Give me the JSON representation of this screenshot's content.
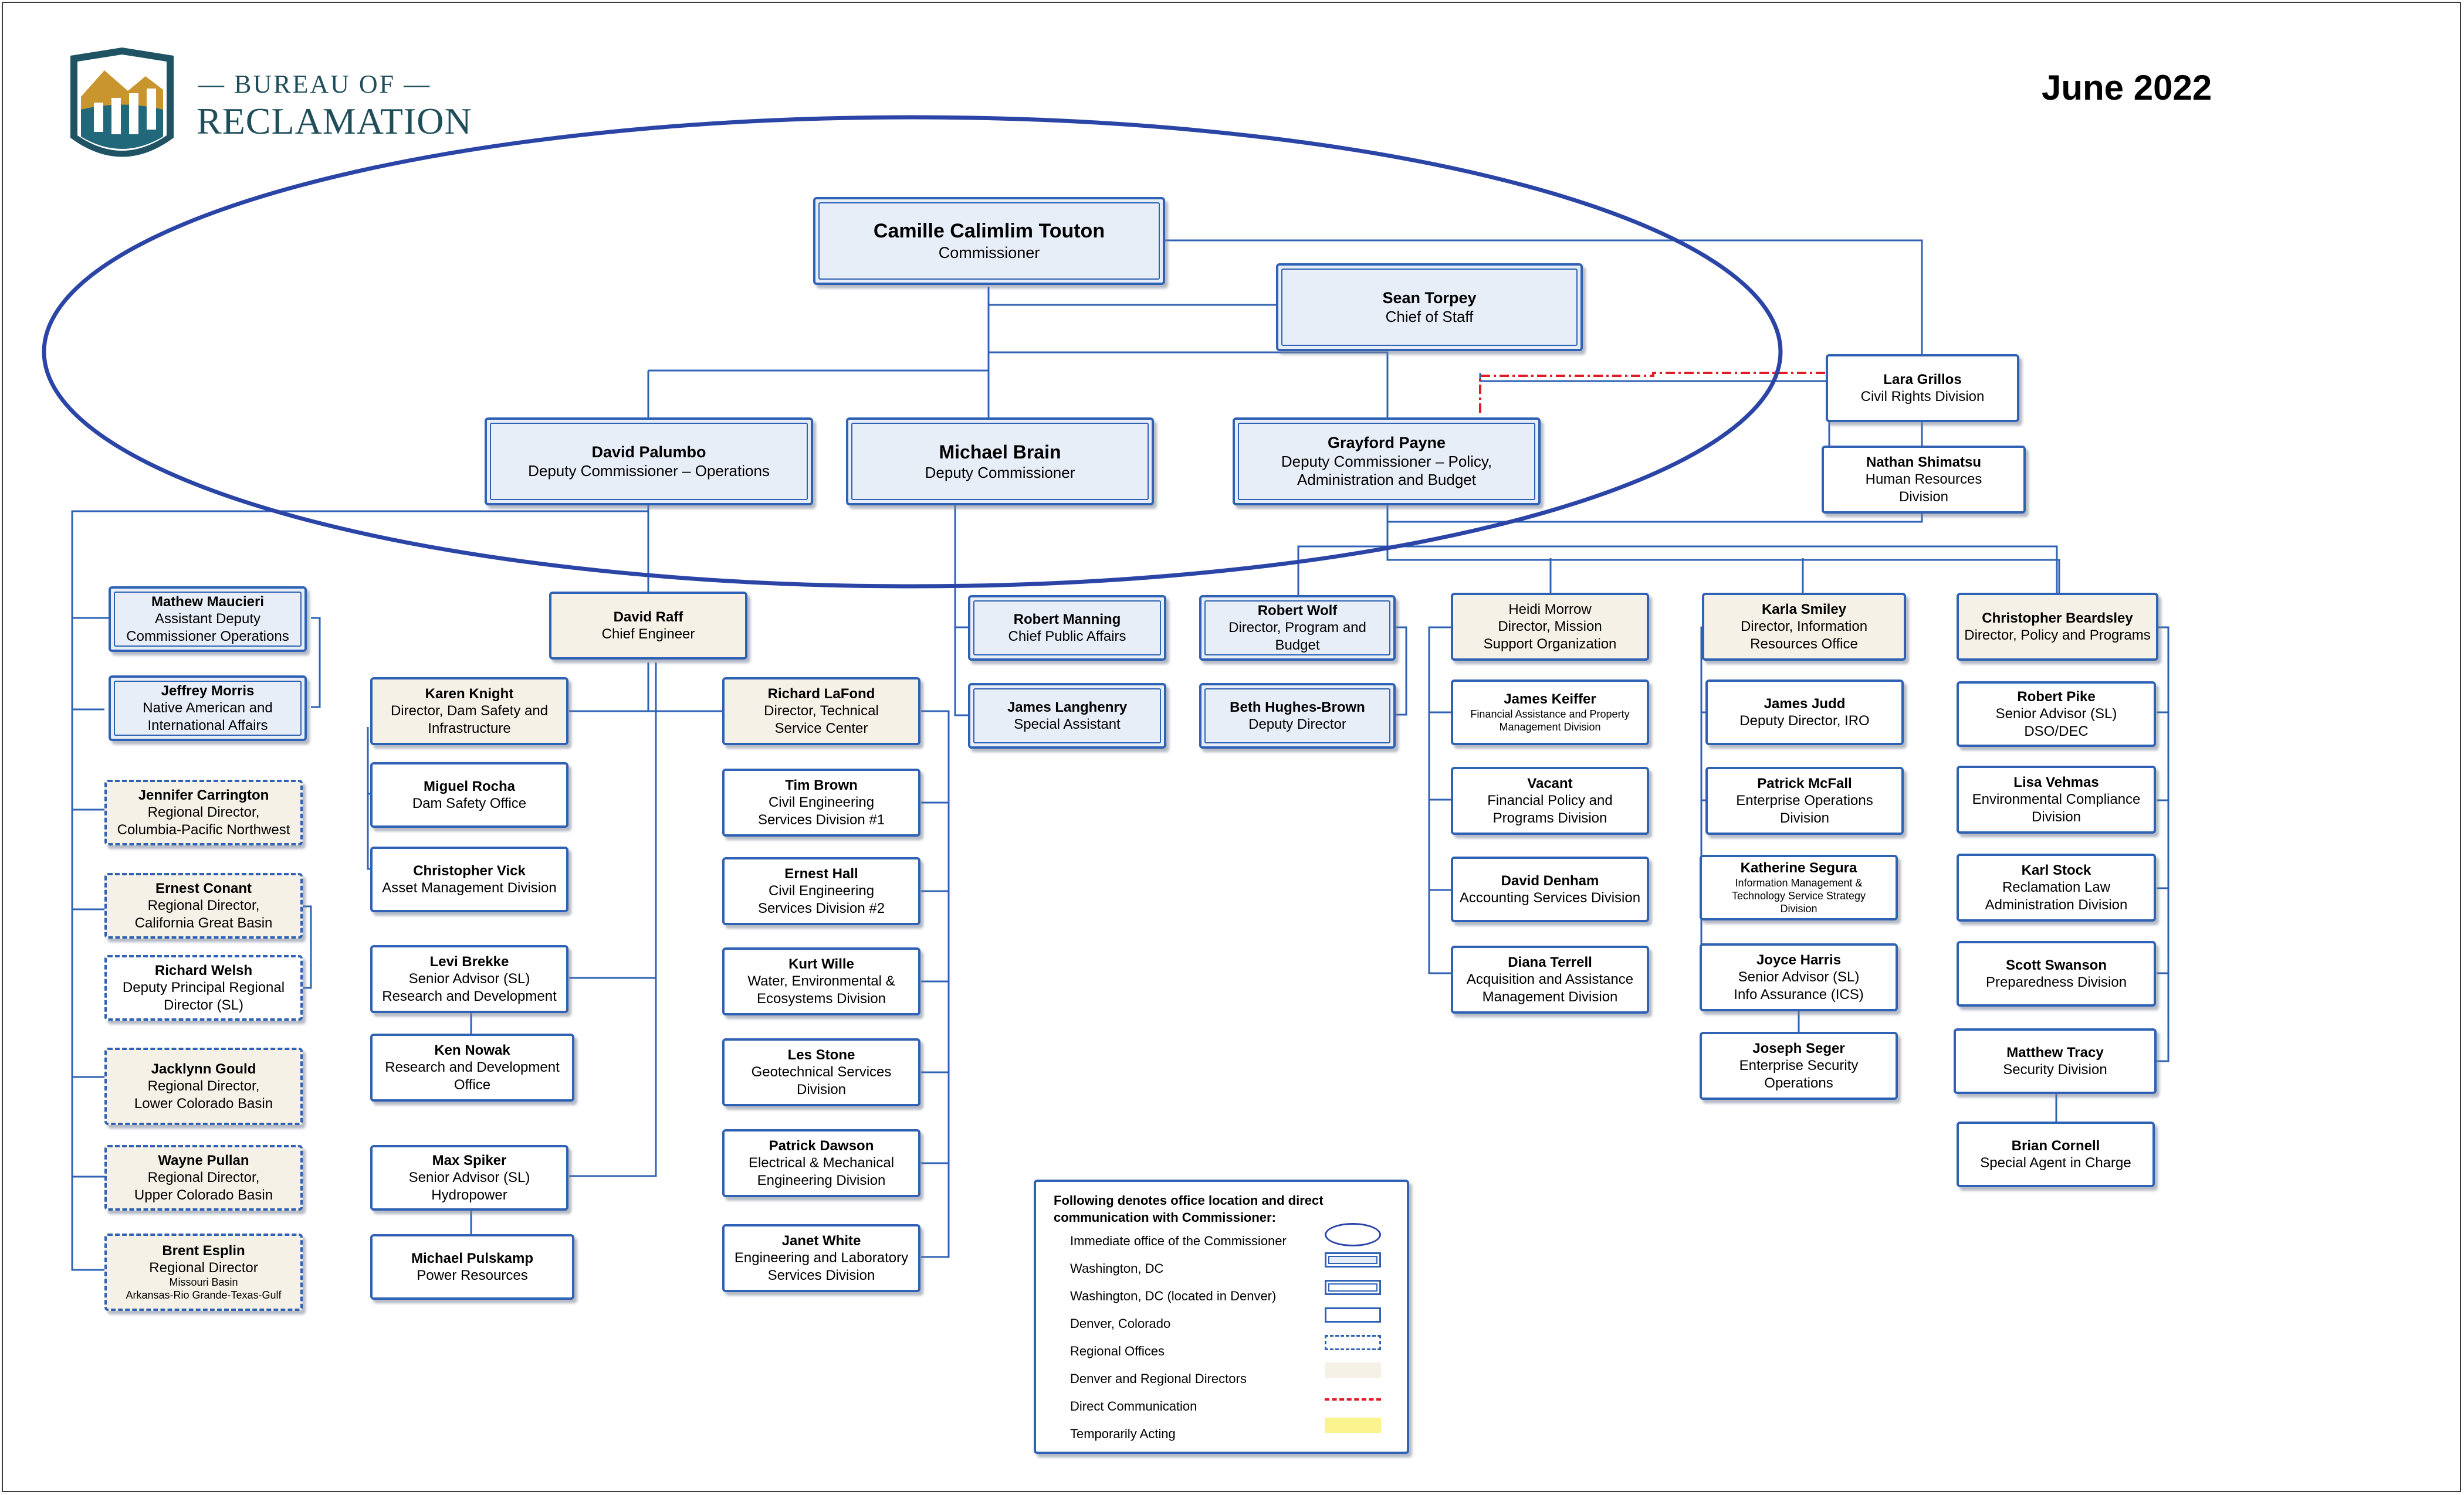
{
  "header": {
    "org_line1": "— BUREAU OF —",
    "org_line2": "RECLAMATION",
    "date": "June 2022"
  },
  "colors": {
    "line": "#2f62b4",
    "dc_fill": "#e7eef8",
    "regional_fill": "#f5f1e6",
    "direct_comm": "#e01b24",
    "acting": "#fbf48e"
  },
  "people": {
    "commissioner": {
      "name": "Camille Calimlim Touton",
      "title": "Commissioner"
    },
    "chief_of_staff": {
      "name": "Sean Torpey",
      "title": "Chief of Staff"
    },
    "dep_ops": {
      "name": "David Palumbo",
      "title": "Deputy Commissioner – Operations"
    },
    "dep": {
      "name": "Michael Brain",
      "title": "Deputy Commissioner"
    },
    "dep_pab": {
      "name": "Grayford Payne",
      "title1": "Deputy Commissioner – Policy,",
      "title2": "Administration and Budget"
    },
    "civil_rights": {
      "name": "Lara Grillos",
      "title": "Civil Rights Division"
    },
    "hr": {
      "name": "Nathan Shimatsu",
      "title1": "Human Resources",
      "title2": "Division"
    },
    "maucieri": {
      "name": "Mathew Maucieri",
      "title1": "Assistant Deputy",
      "title2": "Commissioner Operations"
    },
    "morris": {
      "name": "Jeffrey Morris",
      "title1": "Native American and",
      "title2": "International Affairs"
    },
    "carrington": {
      "name": "Jennifer Carrington",
      "title1": "Regional Director,",
      "title2": "Columbia-Pacific Northwest"
    },
    "conant": {
      "name": "Ernest Conant",
      "title1": "Regional Director,",
      "title2": "California Great Basin"
    },
    "welsh": {
      "name": "Richard Welsh",
      "title1": "Deputy Principal Regional",
      "title2": "Director (SL)"
    },
    "gould": {
      "name": "Jacklynn Gould",
      "title1": "Regional Director,",
      "title2": "Lower Colorado Basin"
    },
    "pullan": {
      "name": "Wayne Pullan",
      "title1": "Regional Director,",
      "title2": "Upper Colorado Basin"
    },
    "esplin": {
      "name": "Brent Esplin",
      "title1": "Regional Director",
      "title2": "Missouri Basin",
      "title3": "Arkansas-Rio Grande-Texas-Gulf"
    },
    "raff": {
      "name": "David Raff",
      "title": "Chief Engineer"
    },
    "knight": {
      "name": "Karen Knight",
      "title1": "Director, Dam Safety and",
      "title2": "Infrastructure"
    },
    "rocha": {
      "name": "Miguel Rocha",
      "title": "Dam Safety Office"
    },
    "vick": {
      "name": "Christopher Vick",
      "title": "Asset Management Division"
    },
    "brekke": {
      "name": "Levi Brekke",
      "title1": "Senior Advisor (SL)",
      "title2": "Research and Development"
    },
    "nowak": {
      "name": "Ken Nowak",
      "title1": "Research and Development",
      "title2": "Office"
    },
    "spiker": {
      "name": "Max Spiker",
      "title1": "Senior Advisor (SL)",
      "title2": "Hydropower"
    },
    "pulskamp": {
      "name": "Michael Pulskamp",
      "title": "Power Resources"
    },
    "lafond": {
      "name": "Richard LaFond",
      "title1": "Director, Technical",
      "title2": "Service Center"
    },
    "brown": {
      "name": "Tim Brown",
      "title1": "Civil Engineering",
      "title2": "Services Division #1"
    },
    "hall": {
      "name": "Ernest Hall",
      "title1": "Civil Engineering",
      "title2": "Services Division #2"
    },
    "wille": {
      "name": "Kurt Wille",
      "title1": "Water, Environmental &",
      "title2": "Ecosystems Division"
    },
    "stone": {
      "name": "Les Stone",
      "title1": "Geotechnical Services",
      "title2": "Division"
    },
    "dawson": {
      "name": "Patrick Dawson",
      "title1": "Electrical & Mechanical",
      "title2": "Engineering Division"
    },
    "white": {
      "name": "Janet White",
      "title1": "Engineering and Laboratory",
      "title2": "Services Division"
    },
    "manning": {
      "name": "Robert Manning",
      "title": "Chief Public Affairs"
    },
    "langhenry": {
      "name": "James Langhenry",
      "title": "Special Assistant"
    },
    "wolf": {
      "name": "Robert Wolf",
      "title1": "Director, Program and",
      "title2": "Budget"
    },
    "hughes": {
      "name": "Beth Hughes-Brown",
      "title": "Deputy Director"
    },
    "morrow": {
      "name": "Heidi Morrow",
      "title1": "Director, Mission",
      "title2": "Support Organization"
    },
    "keiffer": {
      "name": "James Keiffer",
      "title1": "Financial Assistance and Property",
      "title2": "Management Division"
    },
    "vacant": {
      "name": "Vacant",
      "title1": "Financial Policy and",
      "title2": "Programs Division"
    },
    "denham": {
      "name": "David Denham",
      "title": "Accounting Services Division"
    },
    "terrell": {
      "name": "Diana Terrell",
      "title1": "Acquisition and Assistance",
      "title2": "Management Division"
    },
    "smiley": {
      "name": "Karla Smiley",
      "title1": "Director, Information",
      "title2": "Resources Office"
    },
    "judd": {
      "name": "James Judd",
      "title": "Deputy Director, IRO"
    },
    "mcfall": {
      "name": "Patrick McFall",
      "title1": "Enterprise Operations",
      "title2": "Division"
    },
    "segura": {
      "name": "Katherine Segura",
      "title1": "Information Management &",
      "title2": "Technology Service Strategy",
      "title3": "Division"
    },
    "harris": {
      "name": "Joyce Harris",
      "title1": "Senior Advisor (SL)",
      "title2": "Info Assurance (ICS)"
    },
    "seger": {
      "name": "Joseph Seger",
      "title1": "Enterprise Security",
      "title2": "Operations"
    },
    "beardsley": {
      "name": "Christopher Beardsley",
      "title": "Director, Policy and Programs"
    },
    "pike": {
      "name": "Robert Pike",
      "title1": "Senior Advisor (SL)",
      "title2": "DSO/DEC"
    },
    "vehmas": {
      "name": "Lisa Vehmas",
      "title1": "Environmental Compliance",
      "title2": "Division"
    },
    "stock": {
      "name": "Karl Stock",
      "title1": "Reclamation Law",
      "title2": "Administration Division"
    },
    "swanson": {
      "name": "Scott Swanson",
      "title": "Preparedness Division"
    },
    "tracy": {
      "name": "Matthew Tracy",
      "title": "Security Division"
    },
    "cornell": {
      "name": "Brian Cornell",
      "title": "Special Agent in Charge"
    }
  },
  "legend": {
    "title": "Following denotes office location and direct communication with Commissioner:",
    "items": [
      {
        "label": "Immediate office of the Commissioner"
      },
      {
        "label": "Washington, DC"
      },
      {
        "label": "Washington, DC (located in Denver)"
      },
      {
        "label": "Denver, Colorado"
      },
      {
        "label": "Regional Offices"
      },
      {
        "label": "Denver and Regional Directors"
      },
      {
        "label": "Direct Communication"
      },
      {
        "label": "Temporarily Acting"
      }
    ]
  }
}
